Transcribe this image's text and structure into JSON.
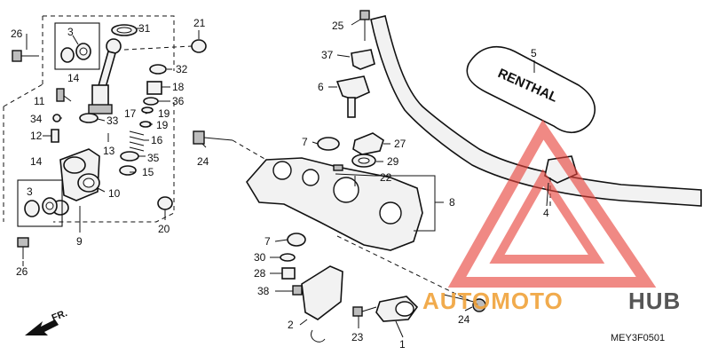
{
  "diagram_code": "MEY3F0501",
  "front_indicator": "FR.",
  "grip_brand": "RENTHAL",
  "callouts": {
    "c1": "1",
    "c2": "2",
    "c3a": "3",
    "c3b": "3",
    "c4": "4",
    "c5": "5",
    "c6": "6",
    "c7a": "7",
    "c7b": "7",
    "c8": "8",
    "c9": "9",
    "c10": "10",
    "c11": "11",
    "c12": "12",
    "c13": "13",
    "c14a": "14",
    "c14b": "14",
    "c15": "15",
    "c16": "16",
    "c17": "17",
    "c18": "18",
    "c19a": "19",
    "c19b": "19",
    "c20": "20",
    "c21": "21",
    "c22": "22",
    "c23": "23",
    "c24a": "24",
    "c24b": "24",
    "c25": "25",
    "c26a": "26",
    "c26b": "26",
    "c27": "27",
    "c28": "28",
    "c29": "29",
    "c30": "30",
    "c31": "31",
    "c32": "32",
    "c33": "33",
    "c34": "34",
    "c35": "35",
    "c36": "36",
    "c37": "37",
    "c38": "38"
  },
  "watermark": {
    "text_part1": "AUTOMOTO",
    "text_part2": "HUB",
    "color_primary": "#f0a23a",
    "color_secondary": "#444444",
    "triangle_color": "#e8423a"
  }
}
